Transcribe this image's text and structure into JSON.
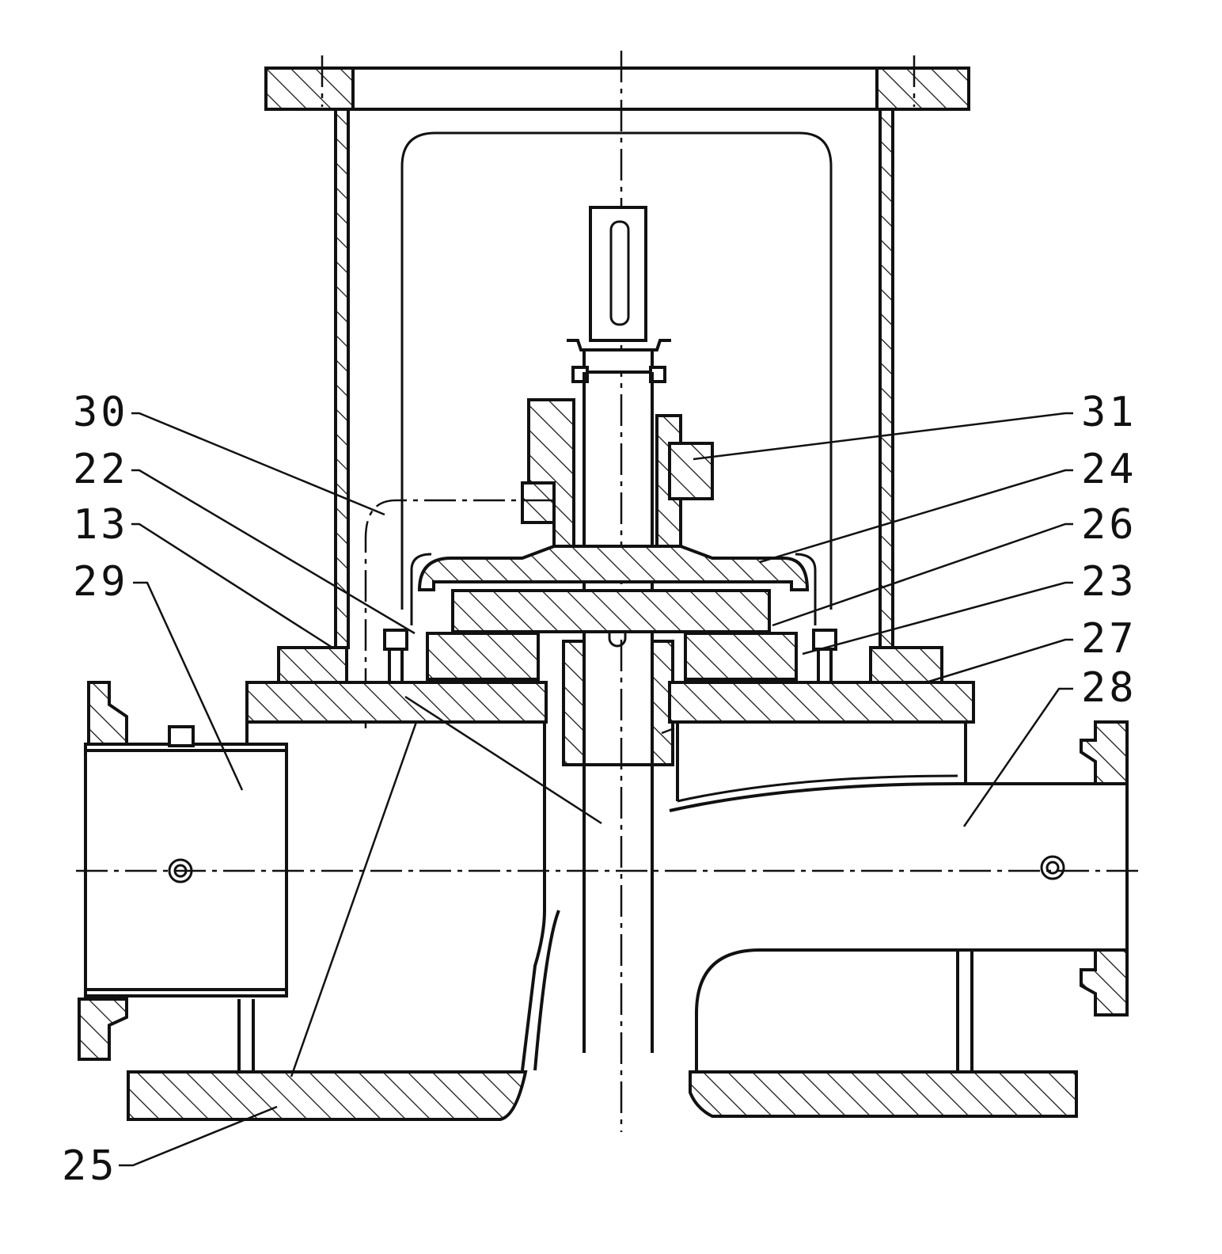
{
  "figure": {
    "reference_numerals": [
      {
        "id": "30",
        "text": "30"
      },
      {
        "id": "22",
        "text": "22"
      },
      {
        "id": "13",
        "text": "13"
      },
      {
        "id": "29",
        "text": "29"
      },
      {
        "id": "31",
        "text": "31"
      },
      {
        "id": "24",
        "text": "24"
      },
      {
        "id": "26",
        "text": "26"
      },
      {
        "id": "23",
        "text": "23"
      },
      {
        "id": "27",
        "text": "27"
      },
      {
        "id": "28",
        "text": "28"
      },
      {
        "id": "25",
        "text": "25"
      }
    ]
  }
}
